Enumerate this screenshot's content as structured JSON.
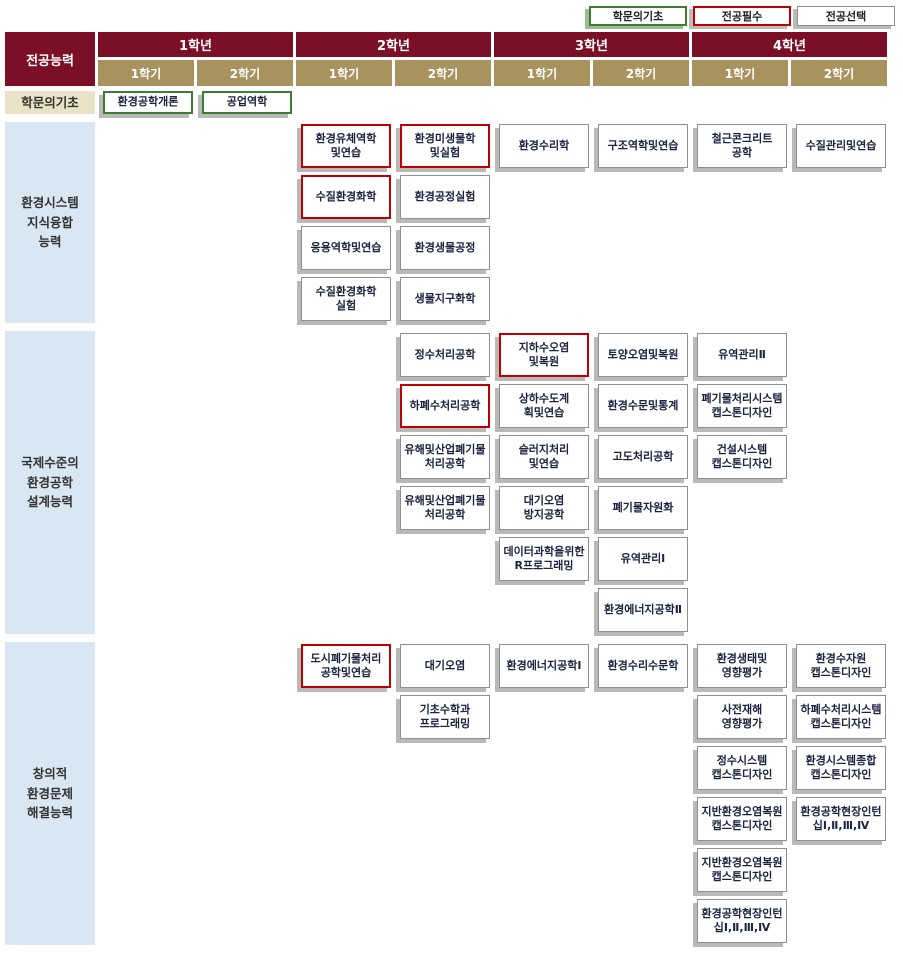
{
  "legend": [
    {
      "label": "학문의기초",
      "type": "foundation"
    },
    {
      "label": "전공필수",
      "type": "required"
    },
    {
      "label": "전공선택",
      "type": "elective"
    }
  ],
  "header": {
    "competency": "전공능력",
    "years": [
      "1학년",
      "2학년",
      "3학년",
      "4학년"
    ],
    "semesters": [
      "1학기",
      "2학기",
      "1학기",
      "2학기",
      "1학기",
      "2학기",
      "1학기",
      "2학기"
    ]
  },
  "foundation": {
    "label": "학문의기초",
    "courses": [
      {
        "name": "환경공학개론",
        "col": 1,
        "type": "foundation"
      },
      {
        "name": "공업역학",
        "col": 2,
        "type": "foundation"
      }
    ]
  },
  "sections": [
    {
      "label": "환경시스템\n지식융합\n능력",
      "columns": {
        "3": [
          {
            "name": "환경유체역학\n및연습",
            "type": "required"
          },
          {
            "name": "수질환경화학",
            "type": "required"
          },
          {
            "name": "응용역학및연습",
            "type": "elective"
          },
          {
            "name": "수질환경화학\n실험",
            "type": "elective"
          }
        ],
        "4": [
          {
            "name": "환경미생물학\n및실험",
            "type": "required"
          },
          {
            "name": "환경공정실험",
            "type": "elective"
          },
          {
            "name": "환경생물공정",
            "type": "elective"
          },
          {
            "name": "생물지구화학",
            "type": "elective"
          }
        ],
        "5": [
          {
            "name": "환경수리학",
            "type": "elective"
          }
        ],
        "6": [
          {
            "name": "구조역학및연습",
            "type": "elective"
          }
        ],
        "7": [
          {
            "name": "철근콘크리트\n공학",
            "type": "elective"
          }
        ],
        "8": [
          {
            "name": "수질관리및연습",
            "type": "elective"
          }
        ]
      }
    },
    {
      "label": "국제수준의\n환경공학\n설계능력",
      "columns": {
        "4": [
          {
            "name": "정수처리공학",
            "type": "elective"
          },
          {
            "name": "하폐수처리공학",
            "type": "required"
          },
          {
            "name": "유해및산업폐기물\n처리공학",
            "type": "elective"
          },
          {
            "name": "유해및산업폐기물\n처리공학",
            "type": "elective"
          }
        ],
        "5": [
          {
            "name": "지하수오염\n및복원",
            "type": "required"
          },
          {
            "name": "상하수도계\n획및연습",
            "type": "elective"
          },
          {
            "name": "슬러지처리\n및연습",
            "type": "elective"
          },
          {
            "name": "대기오염\n방지공학",
            "type": "elective"
          },
          {
            "name": "데이터과학을위한\nR프로그래밍",
            "type": "elective"
          }
        ],
        "6": [
          {
            "name": "토양오염및복원",
            "type": "elective"
          },
          {
            "name": "환경수문및통계",
            "type": "elective"
          },
          {
            "name": "고도처리공학",
            "type": "elective"
          },
          {
            "name": "폐기물자원화",
            "type": "elective"
          },
          {
            "name": "유역관리Ⅰ",
            "type": "elective"
          },
          {
            "name": "환경에너지공학Ⅱ",
            "type": "elective"
          }
        ],
        "7": [
          {
            "name": "유역관리Ⅱ",
            "type": "elective"
          },
          {
            "name": "폐기물처리시스템\n캡스톤디자인",
            "type": "elective"
          },
          {
            "name": "건설시스템\n캡스톤디자인",
            "type": "elective"
          }
        ]
      }
    },
    {
      "label": "창의적\n환경문제\n해결능력",
      "columns": {
        "3": [
          {
            "name": "도시폐기물처리\n공학및연습",
            "type": "required"
          }
        ],
        "4": [
          {
            "name": "대기오염",
            "type": "elective"
          },
          {
            "name": "기초수학과\n프로그래밍",
            "type": "elective"
          }
        ],
        "5": [
          {
            "name": "환경에너지공학Ⅰ",
            "type": "elective"
          }
        ],
        "6": [
          {
            "name": "환경수리수문학",
            "type": "elective"
          }
        ],
        "7": [
          {
            "name": "환경생태및\n영향평가",
            "type": "elective"
          },
          {
            "name": "사전재해\n영향평가",
            "type": "elective"
          },
          {
            "name": "정수시스템\n캡스톤디자인",
            "type": "elective"
          },
          {
            "name": "지반환경오염복원\n캡스톤디자인",
            "type": "elective"
          },
          {
            "name": "지반환경오염복원\n캡스톤디자인",
            "type": "elective"
          },
          {
            "name": "환경공학현장인턴\n십Ⅰ,Ⅱ,Ⅲ,Ⅳ",
            "type": "elective"
          }
        ],
        "8": [
          {
            "name": "환경수자원\n캡스톤디자인",
            "type": "elective"
          },
          {
            "name": "하폐수처리시스템\n캡스톤디자인",
            "type": "elective"
          },
          {
            "name": "환경시스템종합\n캡스톤디자인",
            "type": "elective"
          },
          {
            "name": "환경공학현장인턴\n십Ⅰ,Ⅱ,Ⅲ,Ⅳ",
            "type": "elective"
          }
        ]
      }
    }
  ],
  "colors": {
    "maroon_header": "#7b0f26",
    "tan_semester": "#a8925e",
    "beige_label": "#e9e2c8",
    "blue_label": "#d9e7f3",
    "required_border": "#c00000",
    "foundation_border": "#3c7d2f",
    "elective_border": "#8f8f8f"
  }
}
